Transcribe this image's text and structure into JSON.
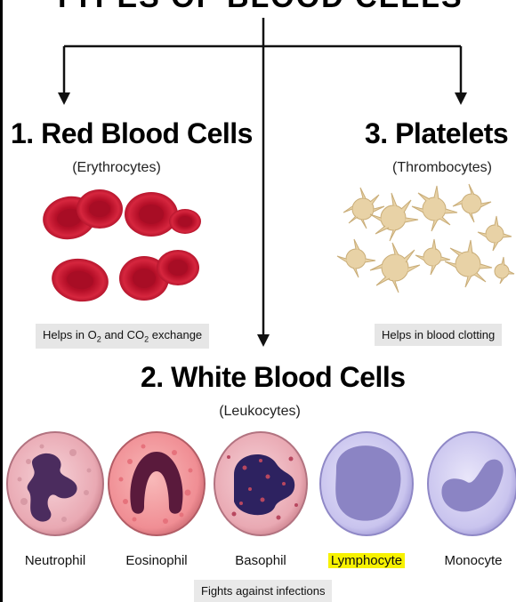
{
  "diagram": {
    "top_title": "TYPES OF BLOOD CELLS",
    "red": {
      "title": "1. Red Blood Cells",
      "subtitle": "(Erythrocytes)",
      "caption_prefix": "Helps in O",
      "caption_sub1": "2",
      "caption_mid": " and CO",
      "caption_sub2": "2",
      "caption_suffix": " exchange",
      "color": "#c8102e"
    },
    "platelets": {
      "title": "3. Platelets",
      "subtitle": "(Thrombocytes)",
      "caption": "Helps in blood clotting",
      "color": "#e8d2a6"
    },
    "white": {
      "title": "2. White Blood Cells",
      "subtitle": "(Leukocytes)",
      "caption": "Fights against infections",
      "cells": [
        {
          "label": "Neutrophil",
          "icon": "neutrophil-icon"
        },
        {
          "label": "Eosinophil",
          "icon": "eosinophil-icon"
        },
        {
          "label": "Basophil",
          "icon": "basophil-icon"
        },
        {
          "label": "Lymphocyte",
          "icon": "lymphocyte-icon",
          "highlighted": true
        },
        {
          "label": "Monocyte",
          "icon": "monocyte-icon"
        }
      ],
      "highlight_color": "#f7f200"
    }
  }
}
